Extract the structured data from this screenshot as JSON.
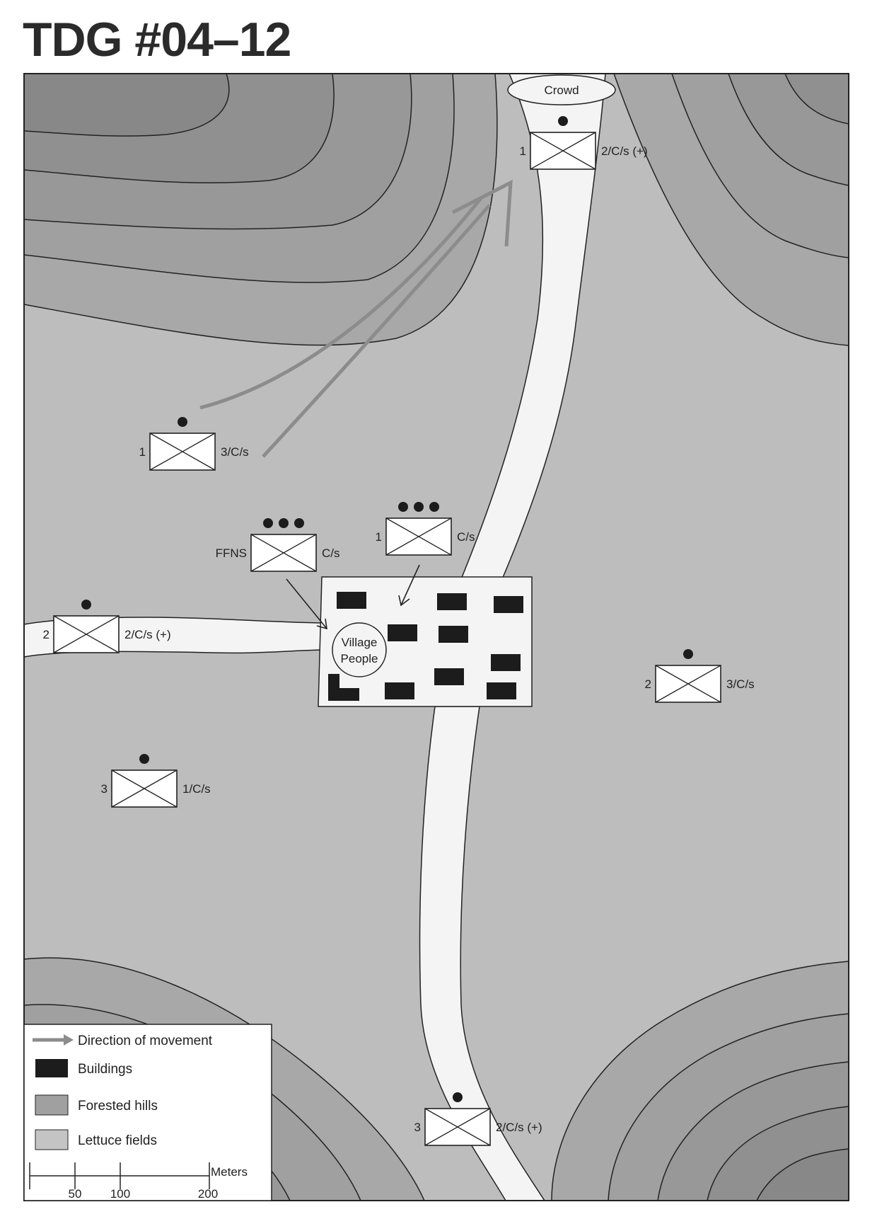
{
  "title": "TDG #04–12",
  "colors": {
    "field": "#bdbdbd",
    "hill_outer": "#aaaaaa",
    "hill_mid": "#9c9c9c",
    "hill_inner": "#8e8e8e",
    "road": "#f4f4f4",
    "building": "#1c1c1c",
    "arrow": "#8c8c8c",
    "border": "#222222"
  },
  "labels": {
    "crowd": "Crowd",
    "village_line1": "Village",
    "village_line2": "People"
  },
  "units": [
    {
      "id": "top",
      "number": "1",
      "callsign": "2/C/s (+)",
      "dots": 1
    },
    {
      "id": "upper-left",
      "number": "1",
      "callsign": "3/C/s",
      "dots": 1
    },
    {
      "id": "ffns",
      "number": "FFNS",
      "callsign": "C/s",
      "dots": 3
    },
    {
      "id": "center",
      "number": "1",
      "callsign": "C/s",
      "dots": 3
    },
    {
      "id": "left-road",
      "number": "2",
      "callsign": "2/C/s (+)",
      "dots": 1
    },
    {
      "id": "right",
      "number": "2",
      "callsign": "3/C/s",
      "dots": 1
    },
    {
      "id": "lower-left",
      "number": "3",
      "callsign": "1/C/s",
      "dots": 1
    },
    {
      "id": "bottom",
      "number": "3",
      "callsign": "2/C/s (+)",
      "dots": 1
    }
  ],
  "legend": {
    "items": [
      {
        "label": "Direction of movement",
        "icon": "arrow-icon"
      },
      {
        "label": "Buildings",
        "icon": "building-swatch"
      },
      {
        "label": "Forested hills",
        "icon": "hill-swatch"
      },
      {
        "label": "Lettuce fields",
        "icon": "field-swatch"
      }
    ],
    "scale": {
      "unit": "Meters",
      "ticks": [
        "50",
        "100",
        "200"
      ]
    }
  }
}
